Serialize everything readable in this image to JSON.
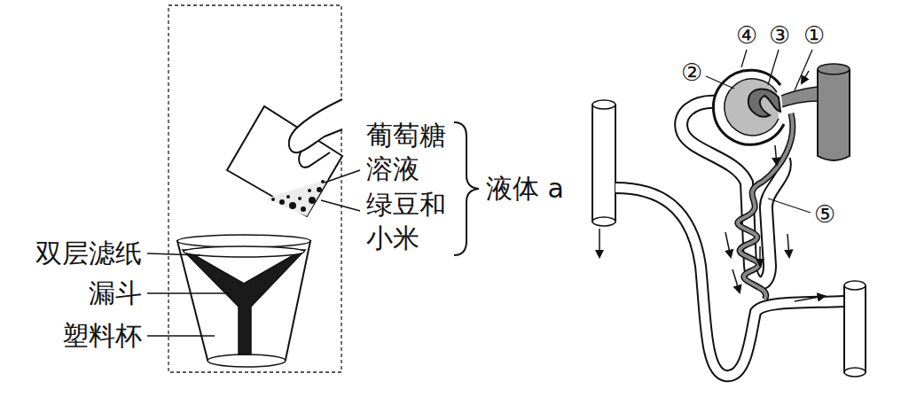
{
  "diagram": {
    "labels": [
      "葡萄糖 溶液",
      "绿豆和 小米",
      "液体 a",
      "双层滤纸",
      "漏斗",
      "塑料杯",
      "④",
      "③",
      "①",
      "②",
      "⑤"
    ]
  }
}
